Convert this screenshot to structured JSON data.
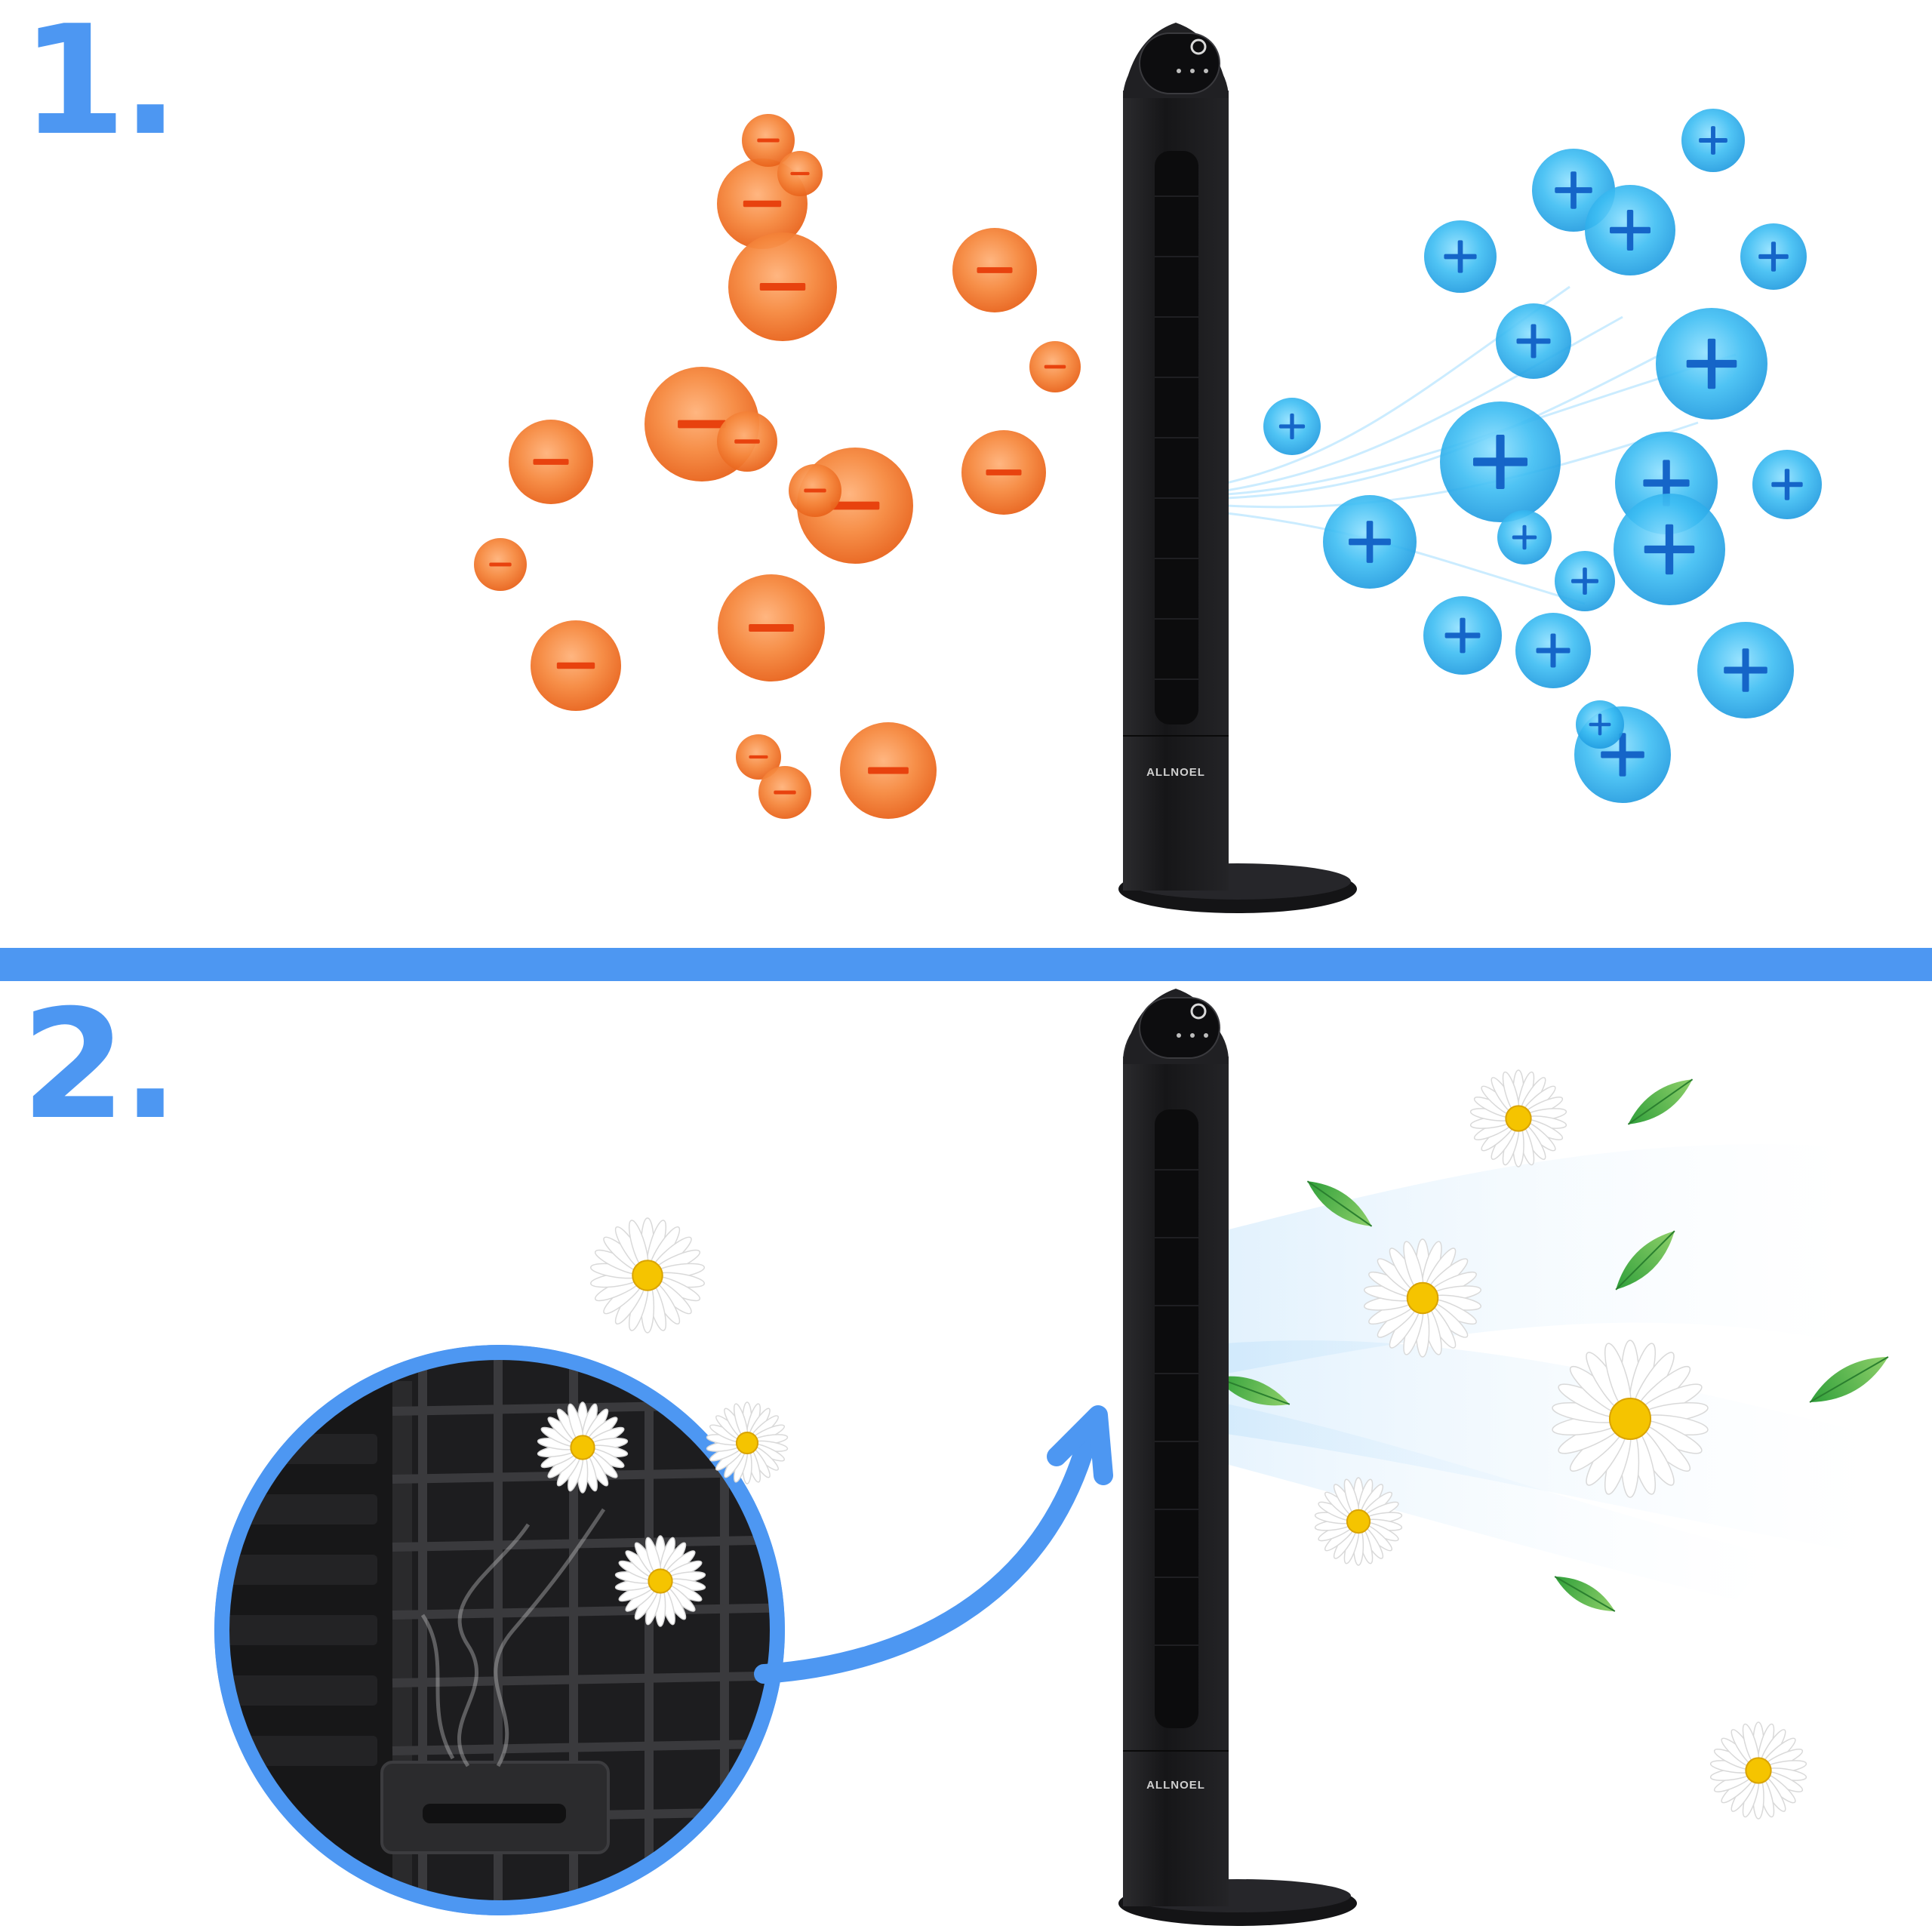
{
  "panels": [
    {
      "step": "1.",
      "product_brand": "ALLNOEL",
      "particles": {
        "negative": {
          "symbol": "−",
          "color": "#f47a2a",
          "icon": "negative-ion-icon"
        },
        "positive": {
          "symbol": "+",
          "color": "#2fb1ee",
          "icon": "positive-ion-icon"
        }
      }
    },
    {
      "step": "2.",
      "product_brand": "ALLNOEL",
      "icons": [
        "aroma-box-icon",
        "daisy-icon",
        "leaf-icon",
        "arrow-icon"
      ]
    }
  ],
  "colors": {
    "accent": "#4d97f2",
    "negative_ion": "#f47a2a",
    "positive_ion": "#2fb1ee",
    "fan_body": "#1c1c1e"
  }
}
